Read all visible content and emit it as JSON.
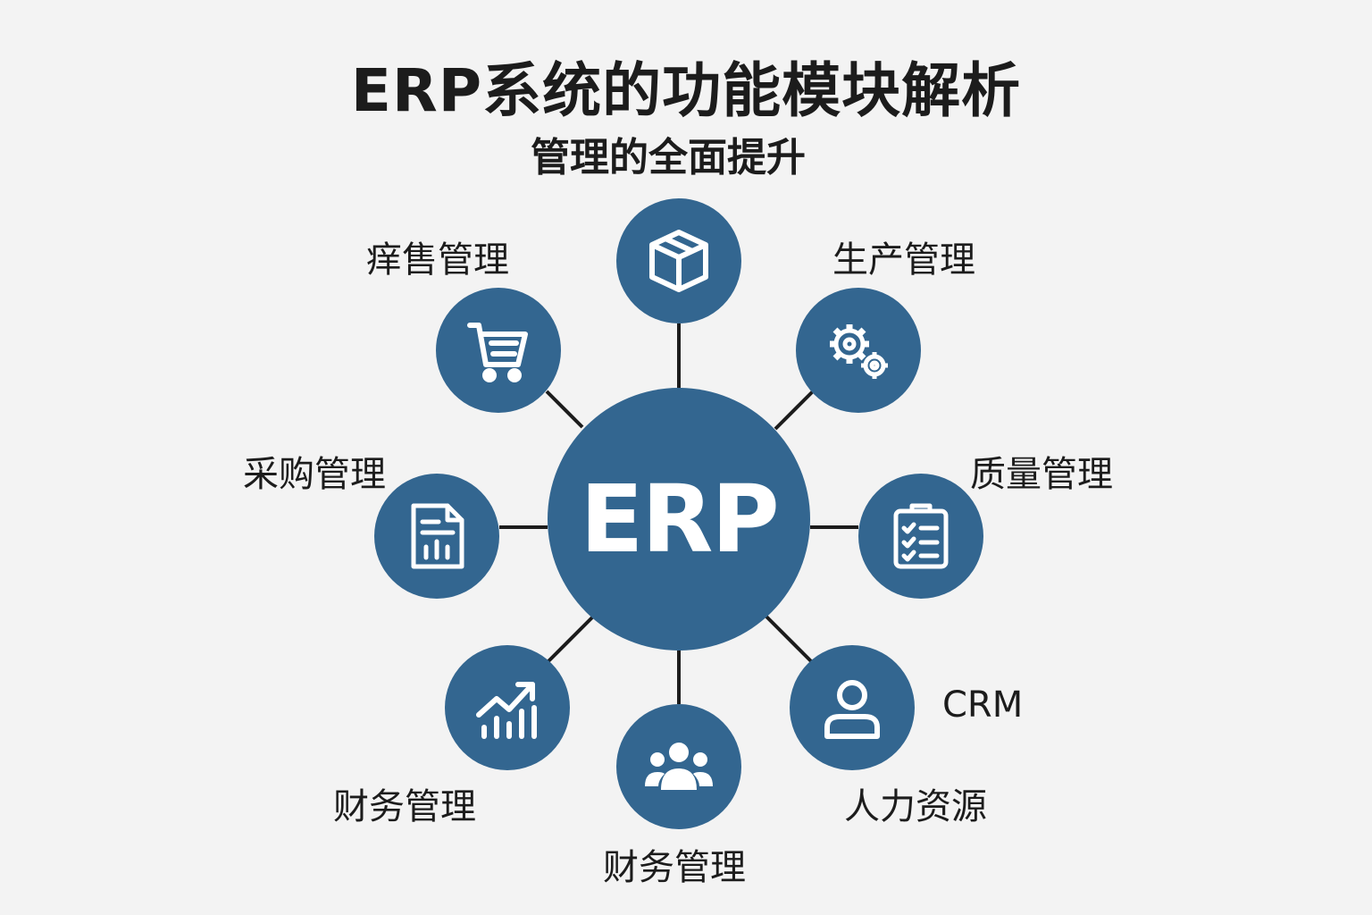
{
  "title": "ERP系统的功能模块解析",
  "subtitle": "管理的全面提升",
  "hub": {
    "label": "ERP"
  },
  "colors": {
    "node": "#336690",
    "background": "#f3f3f3",
    "connector": "#1c1c1c",
    "text": "#1c1c1c"
  },
  "modules": [
    {
      "icon": "box-icon",
      "label": ""
    },
    {
      "icon": "gears-icon",
      "label": "生产管理"
    },
    {
      "icon": "clipboard-checklist-icon",
      "label": "质量管理"
    },
    {
      "icon": "user-icon",
      "label": "CRM"
    },
    {
      "icon": "team-icon",
      "label": "人力资源"
    },
    {
      "icon": "users-group-icon",
      "label": "财务管理"
    },
    {
      "icon": "chart-up-icon",
      "label": "财务管理"
    },
    {
      "icon": "document-report-icon",
      "label": "采购管理"
    },
    {
      "icon": "shopping-cart-icon",
      "label": "痒售管理"
    }
  ]
}
